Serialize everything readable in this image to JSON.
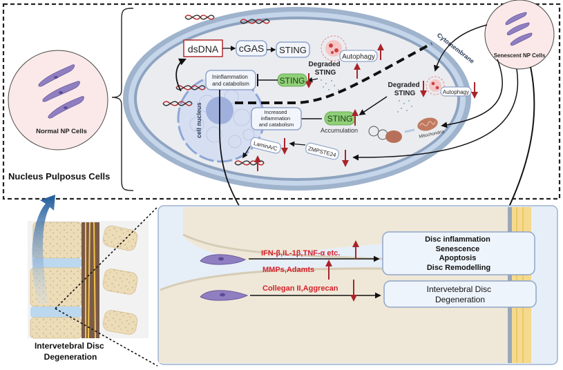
{
  "top_panel": {
    "title": "Nucleus Pulposus Cells",
    "normal_cells_label": "Normal NP Cells",
    "senescent_cells_label": "Senescent NP Cells",
    "cytomembrane_label": "Cytomembrane",
    "nucleus_label": "cell nucleus",
    "normal_pathway": {
      "dsdna": "dsDNA",
      "cgas": "cGAS",
      "sting": "STING",
      "sting_low": "STING",
      "inflammation": [
        "Ininflammation",
        "and catabolism"
      ],
      "degraded_sting": [
        "Degraded",
        "STING"
      ],
      "autophagy": "Autophagy"
    },
    "senescent_pathway": {
      "degraded_sting": [
        "Degraded",
        "STING"
      ],
      "autophagy": "Autophagy",
      "sting_accum": "STING",
      "accumulation": "Accumulation",
      "increased_inflammation": [
        "Increased",
        "inflammation",
        "and catabolism"
      ],
      "lamin": "LaminA/C",
      "zmpste24": "ZMPSTE24",
      "mitochondria": "Mitochondria"
    }
  },
  "bottom_panel": {
    "spine_label": [
      "Intervetebral Disc",
      "Degeneration"
    ],
    "factors": {
      "cytokines": "IFN-β,IL-1β,TNF-α etc.",
      "mmps": "MMPs,Adamts",
      "collagen": "Collegan II,Aggrecan"
    },
    "outcome_box": [
      "Disc inflammation",
      "Senescence",
      "Apoptosis",
      "Disc Remodelling"
    ],
    "degeneration_box": [
      "Intervetebral Disc",
      "Degeneration"
    ]
  },
  "colors": {
    "membrane_outer": "#9fb3cc",
    "membrane_inner": "#c5d5ea",
    "cytoplasm": "#eaecf0",
    "nucleus": "#c8d3ee",
    "cell_purple": "#8f7fc0",
    "circle_fill": "#fbe9e9",
    "red_arrow": "#a8242a",
    "red_text": "#d4202a",
    "sting_green": "#8fcf78",
    "box_border": "#8fa4c8",
    "bottom_bg": "#e6eef8"
  }
}
